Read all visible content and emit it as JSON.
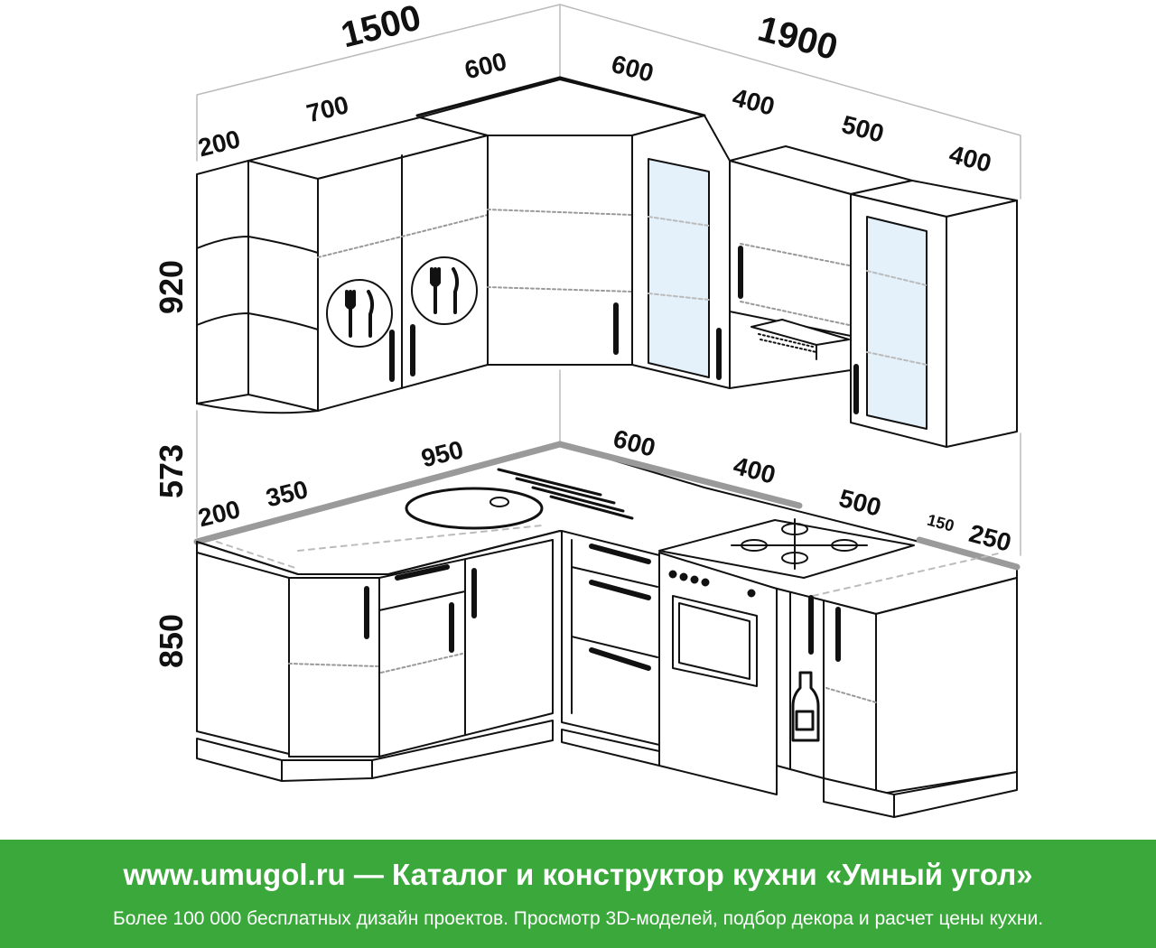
{
  "dimensions": {
    "wall_left_total": "1500",
    "wall_right_total": "1900",
    "upper_left_200": "200",
    "upper_left_700": "700",
    "upper_corner_600_left": "600",
    "upper_corner_600_right": "600",
    "upper_right_400": "400",
    "upper_right_500": "500",
    "upper_right_400_end": "400",
    "height_upper": "920",
    "height_gap": "573",
    "height_base": "850",
    "base_left_200": "200",
    "base_left_350": "350",
    "base_left_950": "950",
    "base_right_600": "600",
    "base_right_400": "400",
    "base_right_500": "500",
    "base_right_150": "150",
    "base_right_250": "250"
  },
  "footer": {
    "title": "www.umugol.ru  —  Каталог и конструктор кухни «Умный угол»",
    "subtitle": "Более 100 000 бесплатных дизайн проектов. Просмотр 3D-моделей, подбор декора и расчет цены кухни."
  },
  "colors": {
    "footer_bg": "#3aa83a",
    "line": "#111111",
    "glass": "#e4f1fb",
    "countertop_edge": "#9a9a9a"
  }
}
